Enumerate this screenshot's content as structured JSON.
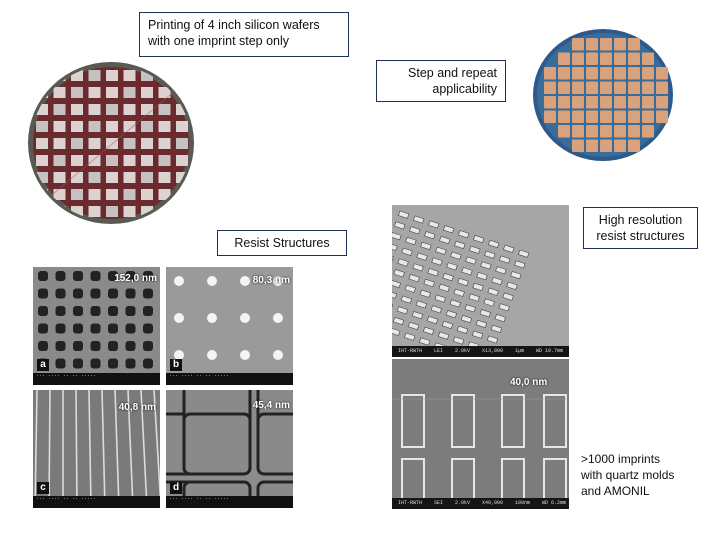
{
  "captions": {
    "wafer_printing": "Printing of 4 inch silicon wafers\nwith one imprint step only",
    "step_repeat": "Step and repeat\napplicability",
    "resist": "Resist Structures",
    "high_res": "High resolution\nresist structures",
    "imprints": ">1000 imprints\nwith quartz molds\nand AMONIL"
  },
  "sem_panels": [
    {
      "letter": "a",
      "measure": "152,0 nm"
    },
    {
      "letter": "b",
      "measure": "80,3 nm"
    },
    {
      "letter": "c",
      "measure": "40,8 nm"
    },
    {
      "letter": "d",
      "measure": "45,4 nm"
    }
  ],
  "big_sem": {
    "top_footer": "IHT-RWTH    LEI    2.0kV    X13,000    1μm    WD 10.7mm",
    "bottom_measure": "40,0 nm",
    "bottom_footer": "IHT-RWTH    SEI    2.0kV    X40,000    100nm    WD 6.2mm"
  },
  "colors": {
    "frame": "#1f2f55",
    "wafer_left": "#6b2a2e",
    "wafer_right": "#2d5a8a",
    "die_right": "#d9a27c"
  }
}
